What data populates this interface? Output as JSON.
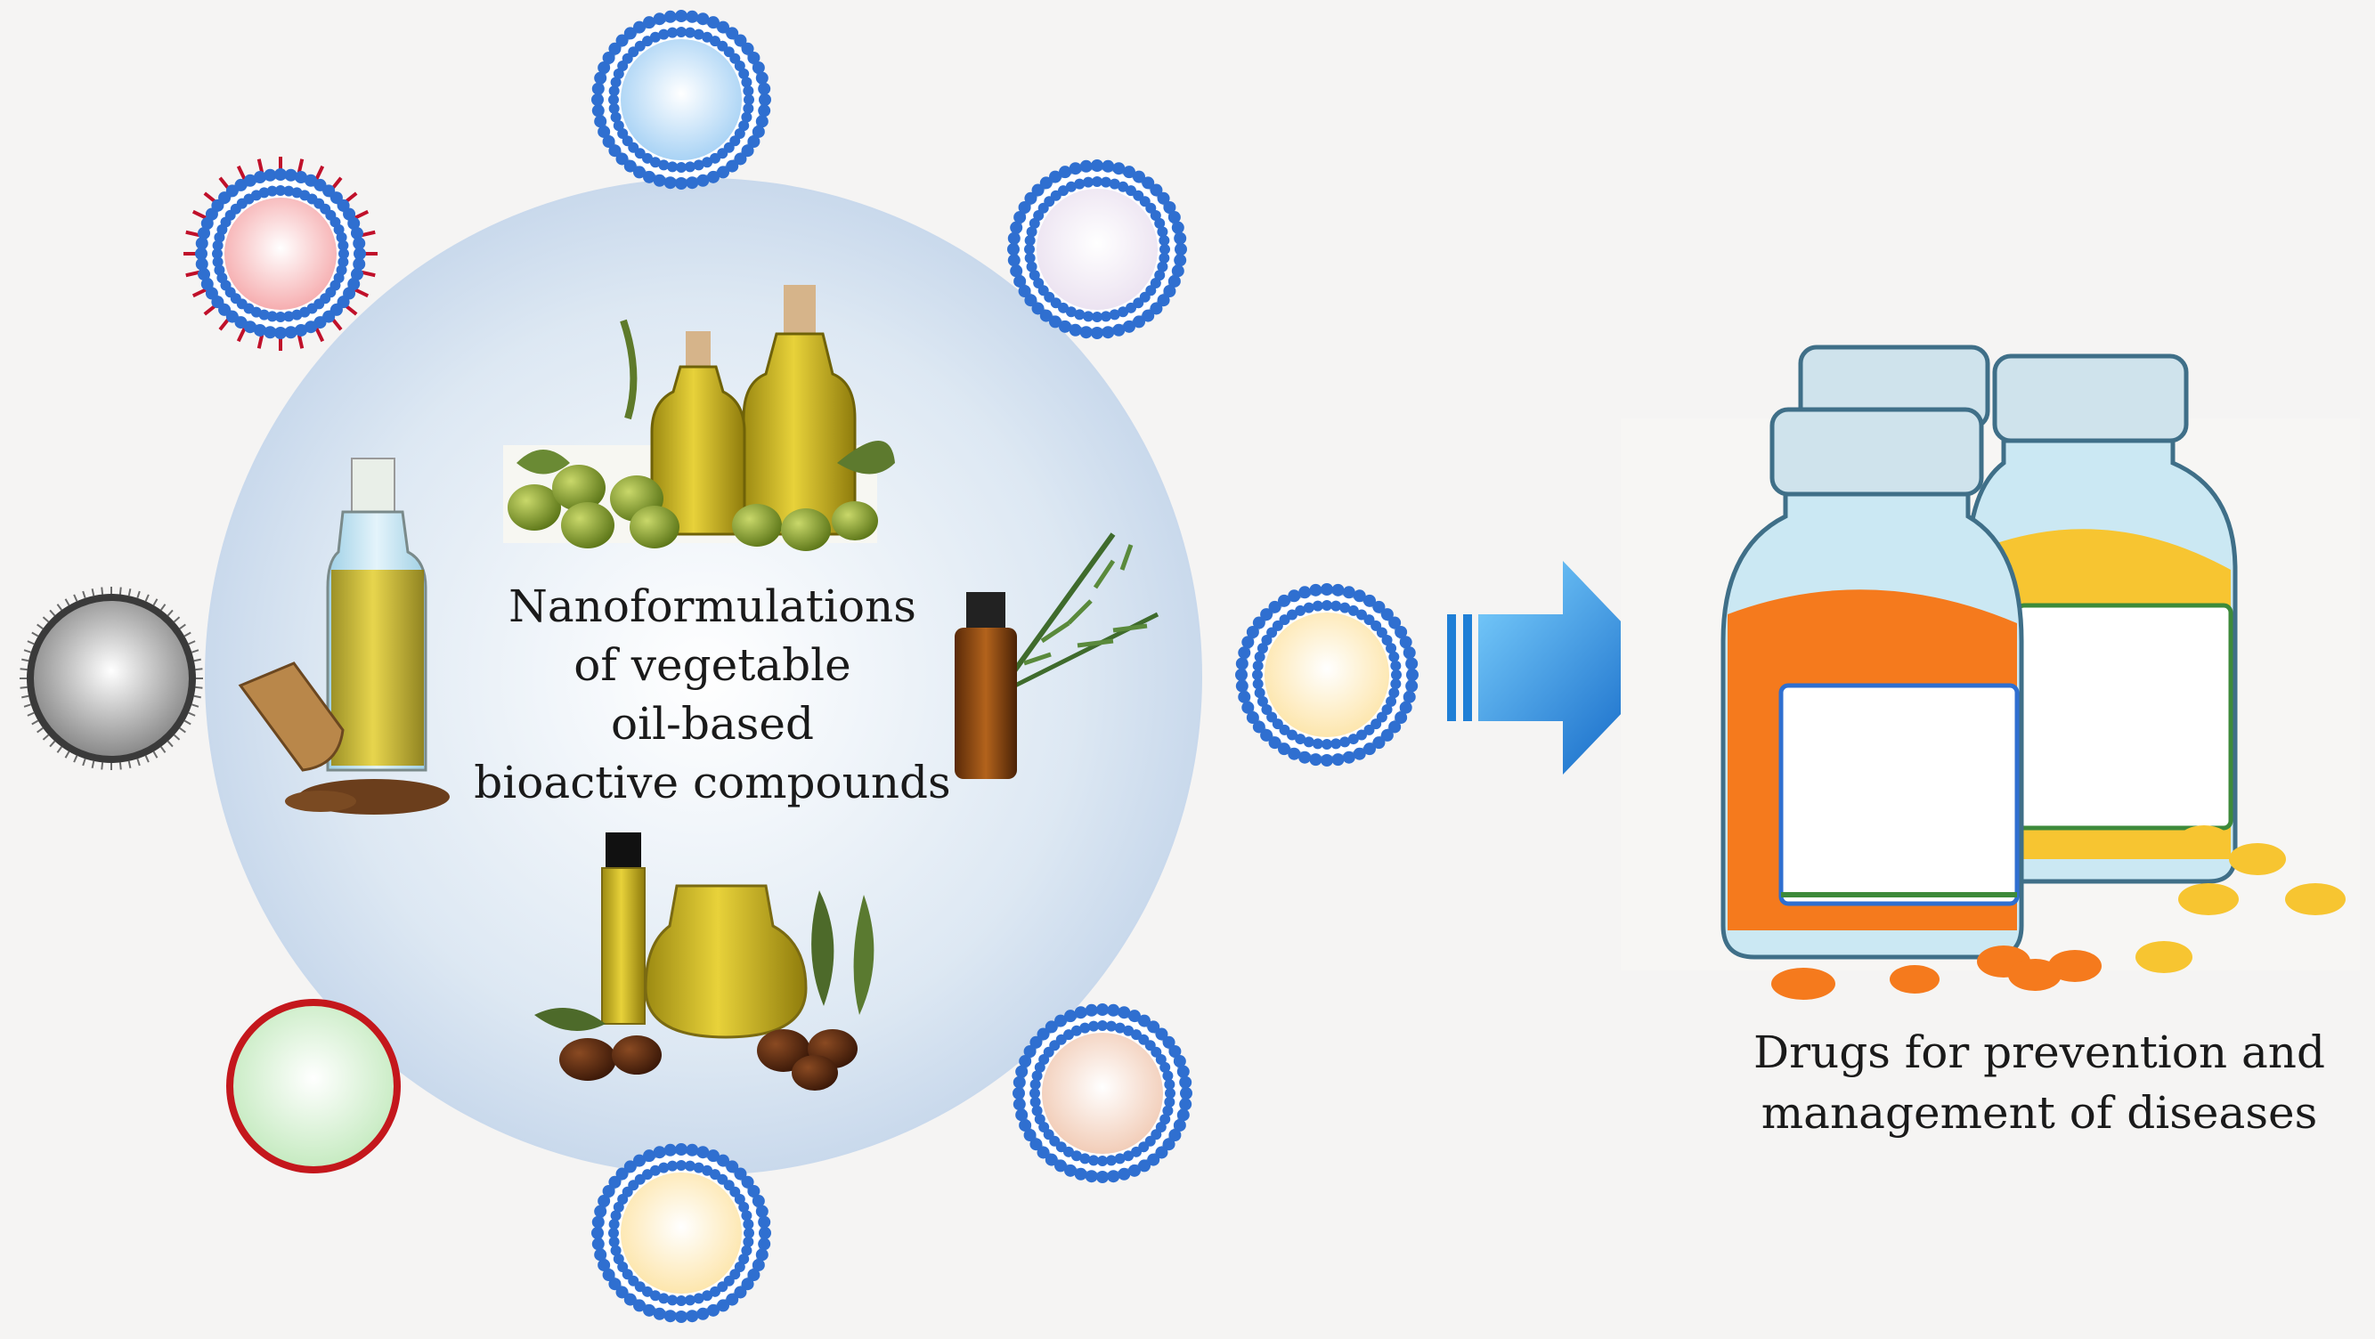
{
  "center": {
    "lines": [
      "Nanoformulations",
      "of vegetable",
      "oil-based",
      "bioactive compounds"
    ]
  },
  "drugs": {
    "lines": [
      "Drugs for prevention and",
      "management of diseases"
    ]
  },
  "nanoparticles": [
    {
      "core": "#f6aeb0",
      "style": "liposome-spiked"
    },
    {
      "core": "#a9d3f5",
      "style": "liposome"
    },
    {
      "core": "#ece3f1",
      "style": "liposome"
    },
    {
      "core": "#8a8a8a",
      "style": "shell-dark"
    },
    {
      "core": "#fde6ad",
      "style": "liposome"
    },
    {
      "core": "#c7ebc2",
      "style": "shell-red"
    },
    {
      "core": "#fde6ad",
      "style": "liposome"
    },
    {
      "core": "#f2cdb8",
      "style": "liposome"
    }
  ],
  "colors": {
    "lipid_head": "#2f6fd0",
    "arrow": "#1f8fe0",
    "pill_orange": "#f57a1d",
    "pill_yellow": "#f7c531",
    "bottle_glass": "#bfe3f2",
    "oil": "#d9b315"
  }
}
